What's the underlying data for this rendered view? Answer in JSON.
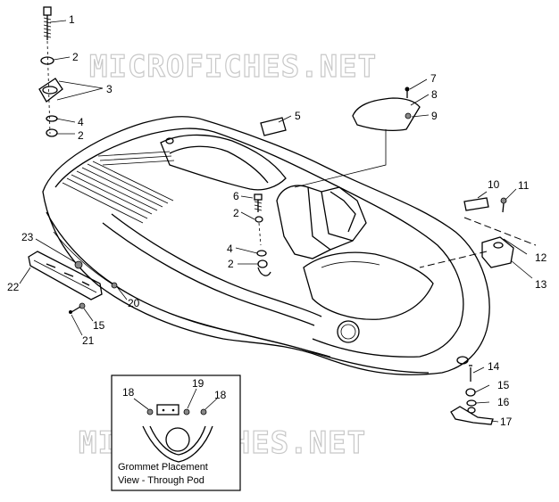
{
  "watermark": "MICROFICHES.NET",
  "callouts": {
    "c1": "1",
    "c2a": "2",
    "c3": "3",
    "c4a": "4",
    "c2b": "2",
    "c5": "5",
    "c7": "7",
    "c8": "8",
    "c9": "9",
    "c6": "6",
    "c2c": "2",
    "c4b": "4",
    "c2d": "2",
    "c10": "10",
    "c11": "11",
    "c12": "12",
    "c13": "13",
    "c23": "23",
    "c22": "22",
    "c20": "20",
    "c15a": "15",
    "c21": "21",
    "c14": "14",
    "c15b": "15",
    "c16": "16",
    "c17": "17",
    "c18a": "18",
    "c19": "19",
    "c18b": "18"
  },
  "inset": {
    "caption_line1": "Grommet Placement",
    "caption_line2": "View - Through Pod"
  }
}
